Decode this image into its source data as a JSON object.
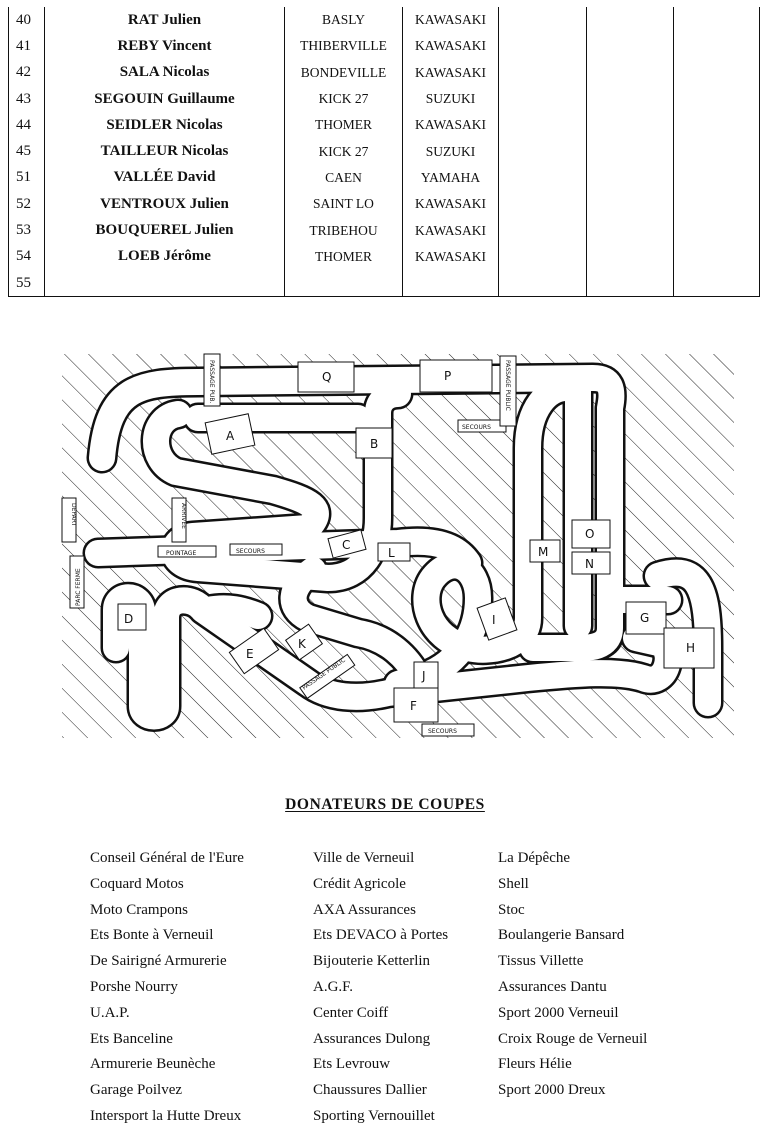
{
  "riders": [
    {
      "num": "40",
      "name": "RAT Julien",
      "club": "BASLY",
      "brand": "KAWASAKI"
    },
    {
      "num": "41",
      "name": "REBY Vincent",
      "club": "THIBERVILLE",
      "brand": "KAWASAKI"
    },
    {
      "num": "42",
      "name": "SALA Nicolas",
      "club": "BONDEVILLE",
      "brand": "KAWASAKI"
    },
    {
      "num": "43",
      "name": "SEGOUIN Guillaume",
      "club": "KICK 27",
      "brand": "SUZUKI"
    },
    {
      "num": "44",
      "name": "SEIDLER Nicolas",
      "club": "THOMER",
      "brand": "KAWASAKI"
    },
    {
      "num": "45",
      "name": "TAILLEUR Nicolas",
      "club": "KICK 27",
      "brand": "SUZUKI"
    },
    {
      "num": "51",
      "name": "VALLÉE David",
      "club": "CAEN",
      "brand": "YAMAHA"
    },
    {
      "num": "52",
      "name": "VENTROUX Julien",
      "club": "SAINT LO",
      "brand": "KAWASAKI"
    },
    {
      "num": "53",
      "name": "BOUQUEREL Julien",
      "club": "TRIBEHOU",
      "brand": "KAWASAKI"
    },
    {
      "num": "54",
      "name": "LOEB Jérôme",
      "club": "THOMER",
      "brand": "KAWASAKI"
    },
    {
      "num": "55",
      "name": "",
      "club": "",
      "brand": ""
    }
  ],
  "map": {
    "sections": [
      "A",
      "B",
      "C",
      "D",
      "E",
      "F",
      "G",
      "H",
      "I",
      "J",
      "K",
      "L",
      "N",
      "O",
      "P",
      "Q",
      "M"
    ],
    "labels": {
      "secours_top": "SECOURS",
      "secours_mid": "SECOURS",
      "secours_bottom": "SECOURS",
      "pointage": "POINTAGE",
      "passage_public_top": "PASSAGE PUB.",
      "passage_public_right": "PASSAGE PUBLIC",
      "passage_public_bottom": "PASSAGE PUBLIC",
      "depart": "DEPART",
      "arrivee": "ARRIVEE",
      "parc_ferme": "PARC FERME"
    }
  },
  "donors": {
    "title": "DONATEURS DE COUPES",
    "columns": [
      [
        "Conseil Général de l'Eure",
        "Coquard Motos",
        "Moto Crampons",
        "Ets Bonte à Verneuil",
        "De Sairigné Armurerie",
        "Porshe Nourry",
        "U.A.P.",
        "Ets Banceline",
        "Armurerie Beunèche",
        "Garage Poilvez",
        "Intersport la Hutte Dreux"
      ],
      [
        "Ville de Verneuil",
        "Crédit Agricole",
        "AXA Assurances",
        "Ets DEVACO à Portes",
        "Bijouterie Ketterlin",
        "A.G.F.",
        "Center Coiff",
        "Assurances Dulong",
        "Ets Levrouw",
        "Chaussures Dallier",
        "Sporting Vernouillet"
      ],
      [
        "La Dépêche",
        "Shell",
        "Stoc",
        "Boulangerie Bansard",
        "Tissus Villette",
        "Assurances Dantu",
        "Sport 2000 Verneuil",
        "Croix Rouge de Verneuil",
        "Fleurs Hélie",
        "Sport 2000 Dreux"
      ]
    ]
  }
}
